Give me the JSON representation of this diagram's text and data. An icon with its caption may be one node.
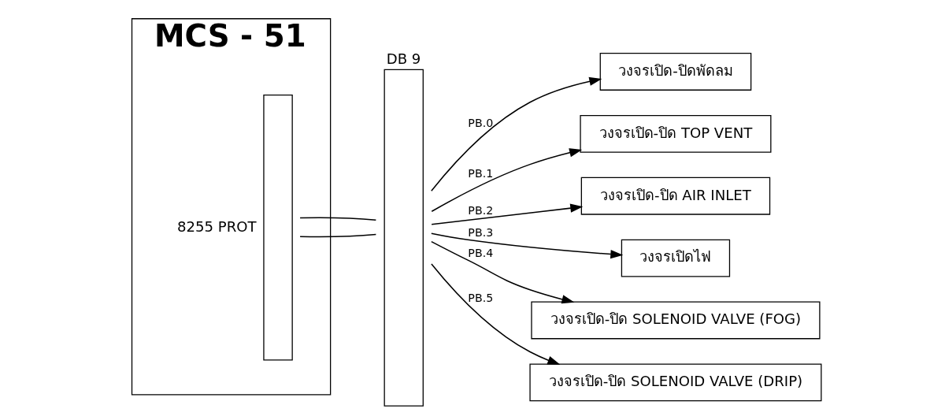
{
  "diagram": {
    "nodes": [
      {
        "text": [
          "MCS - 51"
        ]
      },
      {
        "text": [],
        "shape": "bar",
        "in": 0,
        "beside": [
          "8255 PROT"
        ]
      },
      {
        "text": [
          "DB 9"
        ]
      },
      {
        "text": [
          "วงจรเปิด-ปิดพัดลม"
        ]
      },
      {
        "text": [
          "วงจรเปิด-ปิด TOP VENT"
        ]
      },
      {
        "text": [
          "วงจรเปิด-ปิด AIR INLET"
        ]
      },
      {
        "text": [
          "วงจรเปิดไฟ"
        ]
      },
      {
        "text": [
          "วงจรเปิด-ปิด SOLENOID VALVE (FOG)"
        ]
      },
      {
        "text": [
          "วงจรเปิด-ปิด SOLENOID VALVE (DRIP)"
        ]
      }
    ],
    "edges": [
      {
        "from": 1,
        "to": 2,
        "arrow": "none"
      },
      {
        "from": 1,
        "to": 2,
        "arrow": "none"
      },
      {
        "from": 2,
        "to": 3,
        "arrow": "to",
        "label": "PB.0"
      },
      {
        "from": 2,
        "to": 4,
        "arrow": "to",
        "label": "PB.1"
      },
      {
        "from": 2,
        "to": 5,
        "arrow": "to",
        "label": "PB.2"
      },
      {
        "from": 2,
        "to": 6,
        "arrow": "to",
        "label": "PB.3"
      },
      {
        "from": 2,
        "to": 7,
        "arrow": "to",
        "label": "PB.4"
      },
      {
        "from": 2,
        "to": 8,
        "arrow": "to",
        "label": "PB.5"
      }
    ]
  }
}
